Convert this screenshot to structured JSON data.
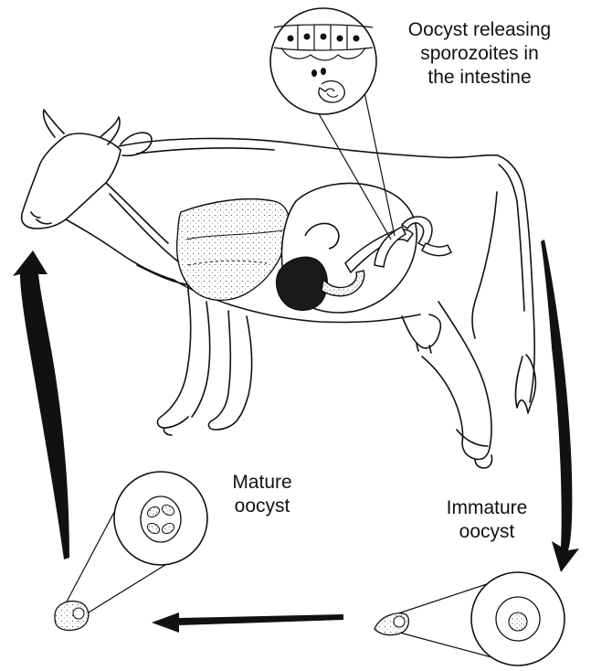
{
  "diagram": {
    "labels": {
      "sporozoites": [
        "Oocyst releasing",
        "sporozoites in",
        "the intestine"
      ],
      "mature": [
        "Mature",
        "oocyst"
      ],
      "immature": [
        "Immature",
        "oocyst"
      ]
    },
    "colors": {
      "ink": "#111111",
      "background": "#ffffff",
      "liver_fill": "#e9e9e9",
      "dark_organ": "#1a1a1a"
    }
  }
}
